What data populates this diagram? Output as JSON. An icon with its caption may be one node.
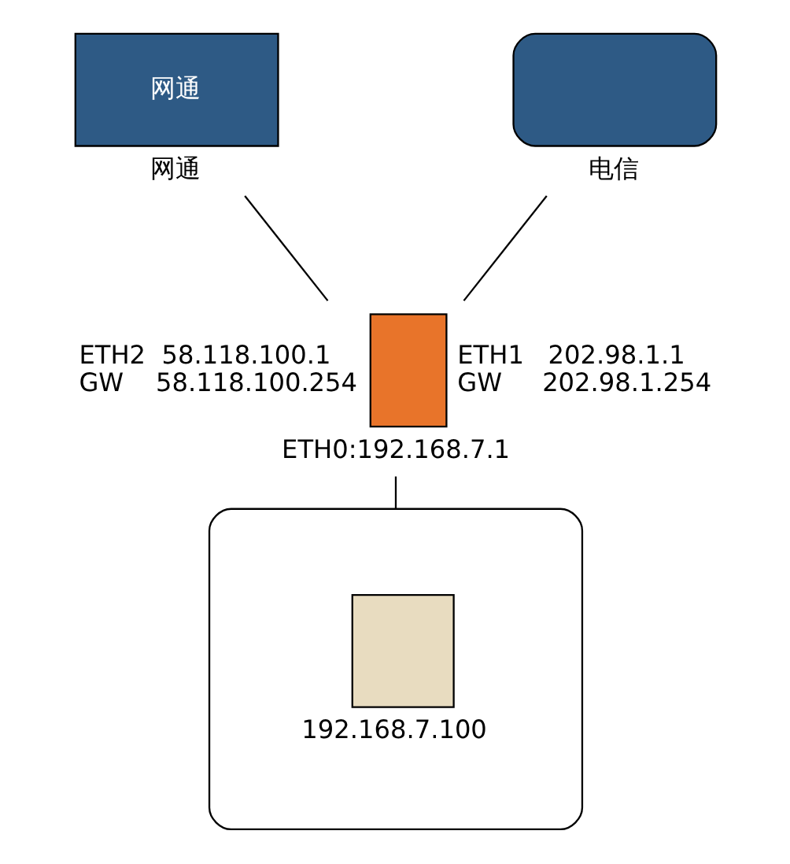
{
  "diagram": {
    "nodes": [
      {
        "text": [
          "网通"
        ],
        "beside": [
          "网通"
        ]
      },
      {
        "text": [],
        "shape": "cloud",
        "beside": [
          "电信"
        ]
      },
      {
        "text": [],
        "shape": "box",
        "beside": [
          "ETH2  58.118.100.1",
          "GW    58.118.100.254",
          "ETH1   202.98.1.1",
          "GW     202.98.1.254",
          "ETH0:192.168.7.1"
        ]
      },
      {
        "text": [],
        "shape": "ellipse"
      },
      {
        "text": [],
        "shape": "box",
        "beside": [
          "192.168.7.100"
        ],
        "in": 3
      }
    ],
    "edges": [
      {
        "from": 0,
        "to": 2,
        "arrow": "none"
      },
      {
        "from": 1,
        "to": 2,
        "arrow": "none"
      },
      {
        "from": 2,
        "to": 3,
        "arrow": "none"
      }
    ]
  }
}
